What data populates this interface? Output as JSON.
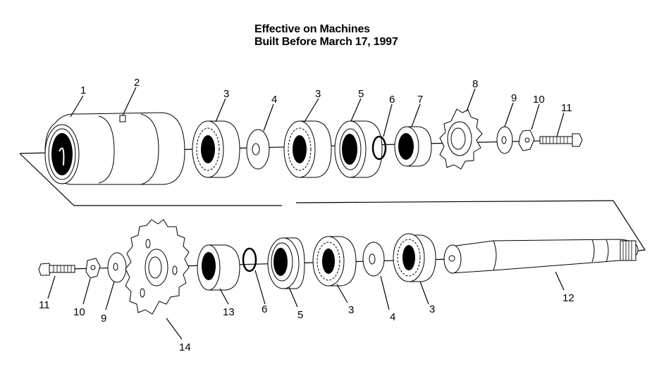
{
  "title": {
    "line1": "Effective on Machines",
    "line2": "Built Before March 17, 1997"
  },
  "callouts": {
    "top": [
      {
        "number": "1",
        "part": "housing"
      },
      {
        "number": "2",
        "part": "grease-fitting"
      },
      {
        "number": "3",
        "part": "bearing"
      },
      {
        "number": "4",
        "part": "spacer"
      },
      {
        "number": "3",
        "part": "bearing"
      },
      {
        "number": "5",
        "part": "seal-bearing"
      },
      {
        "number": "6",
        "part": "o-ring"
      },
      {
        "number": "7",
        "part": "bushing"
      },
      {
        "number": "8",
        "part": "drive-sprocket-small"
      },
      {
        "number": "9",
        "part": "washer"
      },
      {
        "number": "10",
        "part": "lock-washer"
      },
      {
        "number": "11",
        "part": "bolt"
      }
    ],
    "bottom": [
      {
        "number": "11",
        "part": "bolt"
      },
      {
        "number": "10",
        "part": "lock-washer"
      },
      {
        "number": "9",
        "part": "washer"
      },
      {
        "number": "14",
        "part": "drive-sprocket-large"
      },
      {
        "number": "13",
        "part": "bushing"
      },
      {
        "number": "6",
        "part": "o-ring"
      },
      {
        "number": "5",
        "part": "seal-bearing"
      },
      {
        "number": "3",
        "part": "bearing"
      },
      {
        "number": "4",
        "part": "spacer"
      },
      {
        "number": "3",
        "part": "bearing"
      },
      {
        "number": "12",
        "part": "shaft"
      }
    ]
  }
}
